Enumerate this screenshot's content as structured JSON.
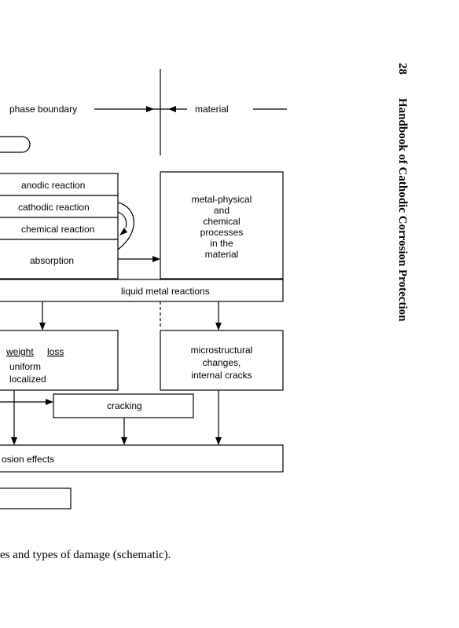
{
  "page": {
    "page_number": "28",
    "running_title": "Handbook of Cathodic Corrosion Protection",
    "caption_fragment": "es and types of damage (schematic)."
  },
  "diagram": {
    "phase_boundary": "phase boundary",
    "material": "material",
    "anodic_reaction": "anodic reaction",
    "cathodic_reaction": "cathodic reaction",
    "chemical_reaction": "chemical reaction",
    "absorption": "absorption",
    "metal_physical": [
      "metal-physical",
      "and",
      "chemical",
      "processes",
      "in the",
      "material"
    ],
    "liquid_metal": "liquid metal reactions",
    "weight": "weight",
    "loss": "loss",
    "uniform": "uniform",
    "localized": "localized",
    "microstructural": [
      "microstructural",
      "changes,",
      "internal cracks"
    ],
    "cracking": "cracking",
    "corrosion_effects": "osion effects"
  }
}
